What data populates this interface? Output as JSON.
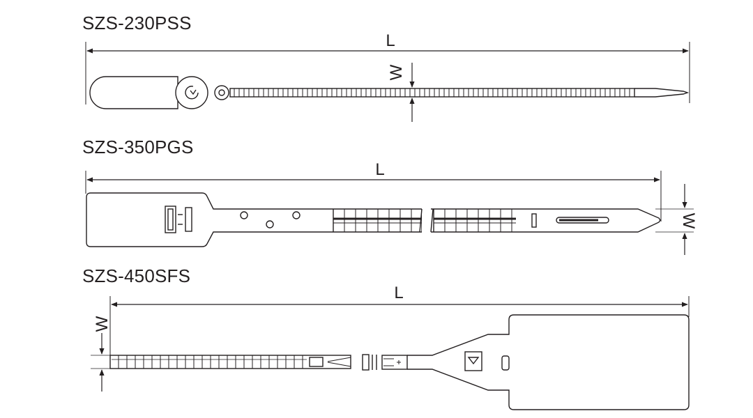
{
  "seals": [
    {
      "model": "SZS-230PSS",
      "length_label": "L",
      "width_label": "W"
    },
    {
      "model": "SZS-350PGS",
      "length_label": "L",
      "width_label": "W"
    },
    {
      "model": "SZS-450SFS",
      "length_label": "L",
      "width_label": "W"
    }
  ],
  "colors": {
    "line": "#231f20",
    "background": "#ffffff"
  }
}
